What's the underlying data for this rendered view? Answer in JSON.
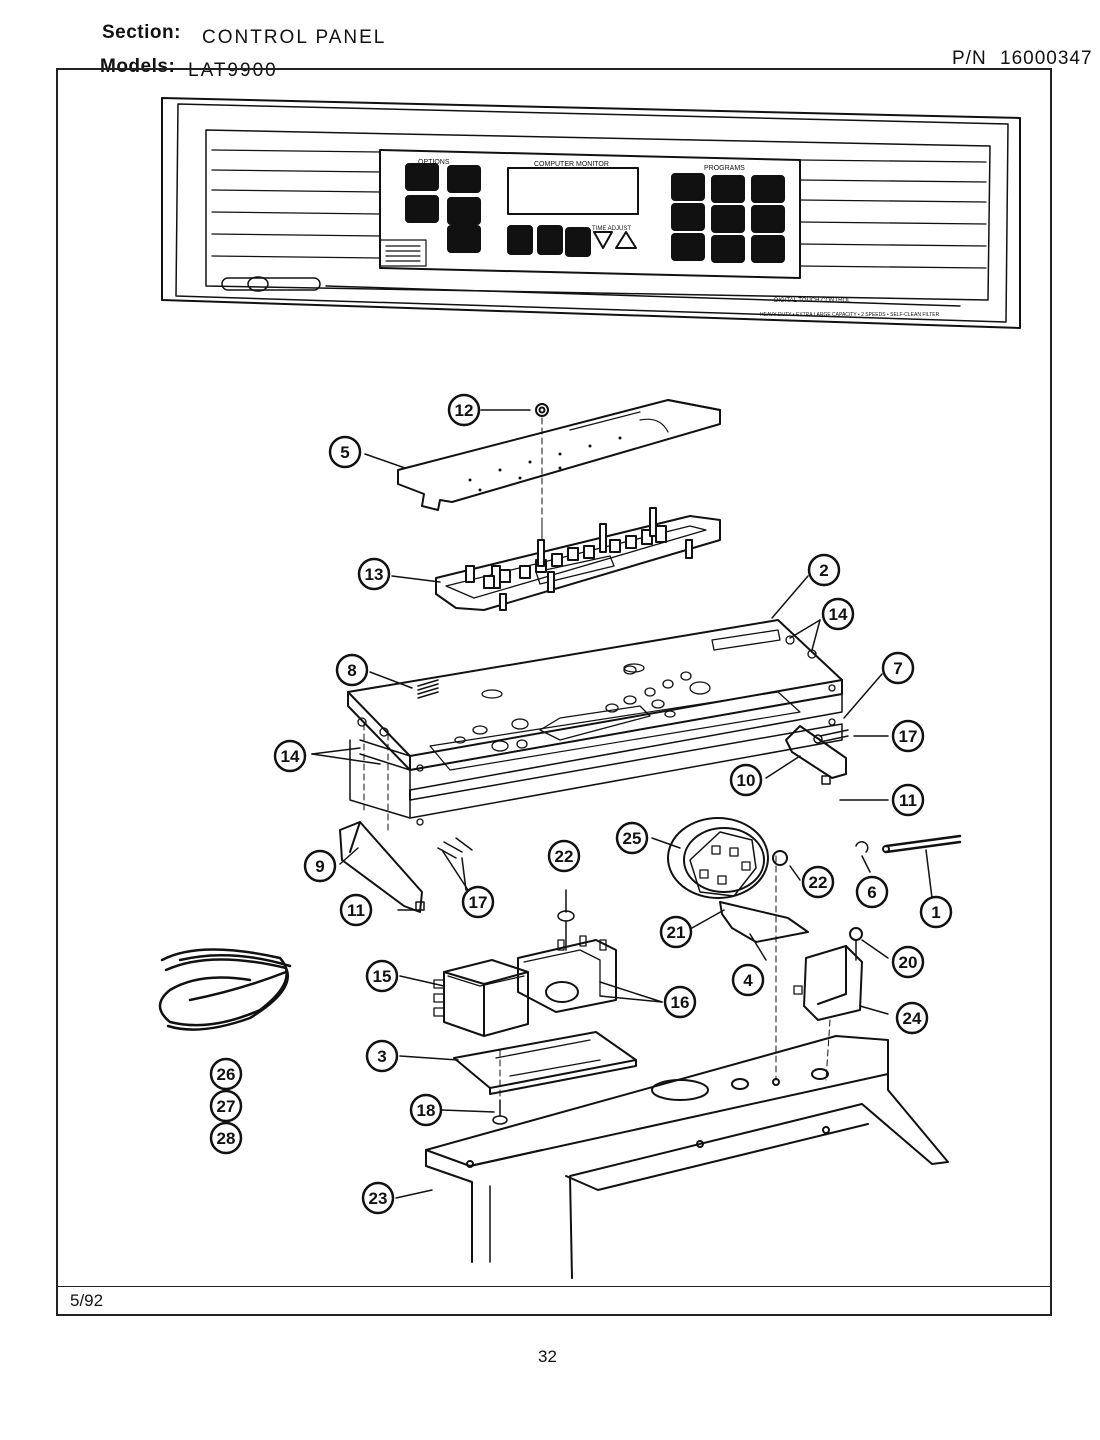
{
  "header": {
    "section_label": "Section:",
    "section_value": "CONTROL PANEL",
    "models_label": "Models:",
    "models_value": "LAT9900",
    "pn_label": "P/N",
    "pn_value": "16000347"
  },
  "console": {
    "options_heading": "OPTIONS",
    "monitor_heading": "COMPUTER MONITOR",
    "programs_heading": "PROGRAMS",
    "time_adjust_label": "TIME ADJUST"
  },
  "callouts": [
    "1",
    "2",
    "3",
    "4",
    "5",
    "6",
    "7",
    "8",
    "9",
    "10",
    "11",
    "12",
    "13",
    "14",
    "15",
    "16",
    "17",
    "18",
    "20",
    "21",
    "22",
    "23",
    "24",
    "25",
    "26",
    "27",
    "28"
  ],
  "footer": {
    "date": "5/92",
    "page_number": "32"
  }
}
